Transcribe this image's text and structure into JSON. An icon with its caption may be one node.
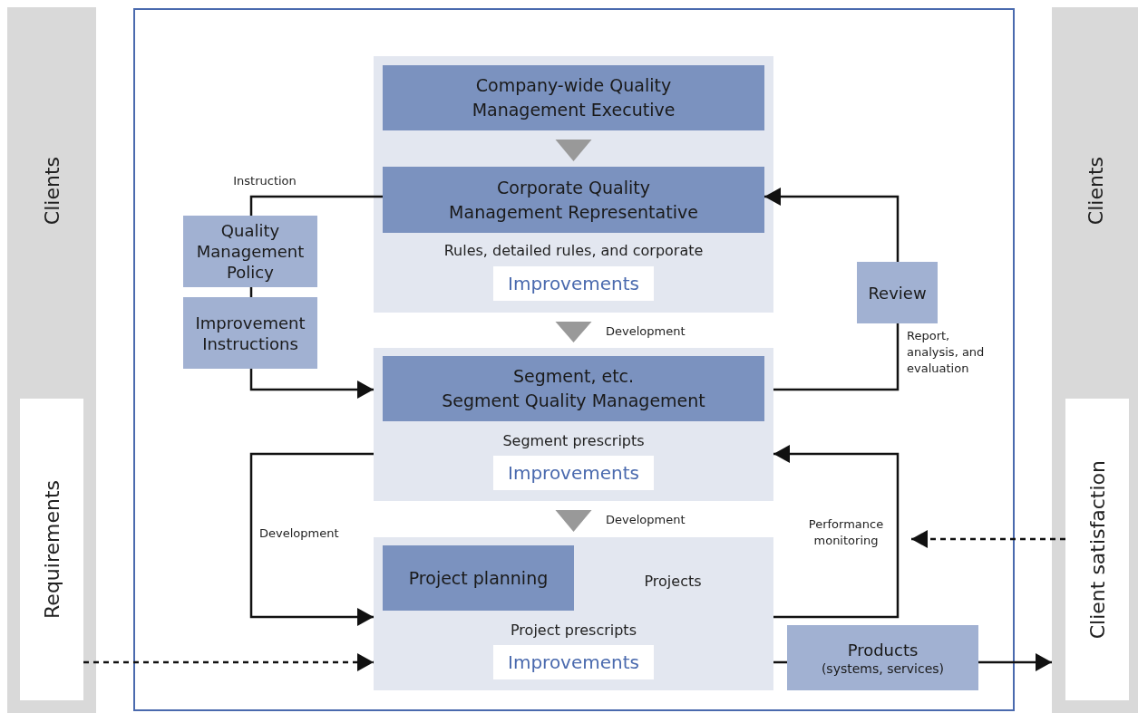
{
  "diagram": {
    "nodes": [
      {
        "text": [
          "Clients"
        ]
      },
      {
        "text": [
          "Requirements"
        ],
        "in": 0
      },
      {
        "text": [
          "Clients"
        ]
      },
      {
        "text": [
          "Client satisfaction"
        ],
        "in": 2
      },
      {
        "text": [
          "Rules, detailed rules, and corporate"
        ]
      },
      {
        "text": [
          "Company-wide Quality Management Executive"
        ],
        "in": 4
      },
      {
        "text": [
          "Corporate Quality Management Representative"
        ],
        "in": 4
      },
      {
        "text": [
          "Improvements"
        ],
        "in": 4
      },
      {
        "text": [
          "Segment prescripts"
        ]
      },
      {
        "text": [
          "Segment, etc.",
          "Segment Quality Management"
        ],
        "in": 8
      },
      {
        "text": [
          "Improvements"
        ],
        "in": 8
      },
      {
        "text": [
          "Projects",
          "Project prescripts"
        ]
      },
      {
        "text": [
          "Project planning"
        ],
        "in": 11
      },
      {
        "text": [
          "Improvements"
        ],
        "in": 11
      },
      {
        "text": [
          "Quality Management Policy"
        ]
      },
      {
        "text": [
          "Improvement Instructions"
        ]
      },
      {
        "text": [
          "Review"
        ]
      },
      {
        "text": [
          "Products",
          "(systems, services)"
        ]
      }
    ],
    "edges": [
      {
        "from": 5,
        "to": 6,
        "arrow": "to",
        "color": "#999999"
      },
      {
        "from": 4,
        "to": 8,
        "arrow": "to",
        "label": "Development",
        "color": "#999999"
      },
      {
        "from": 8,
        "to": 11,
        "arrow": "to",
        "label": "Development",
        "color": "#999999"
      },
      {
        "from": 6,
        "to": 14,
        "arrow": "none",
        "label": "Instruction"
      },
      {
        "from": 14,
        "to": 15,
        "arrow": "none"
      },
      {
        "from": 15,
        "to": 8,
        "arrow": "to"
      },
      {
        "from": 8,
        "to": 11,
        "arrow": "to",
        "label": "Development"
      },
      {
        "from": 8,
        "to": 16,
        "arrow": "none",
        "label": "Report, analysis, and evaluation"
      },
      {
        "from": 16,
        "to": 6,
        "arrow": "to"
      },
      {
        "from": 11,
        "to": 8,
        "arrow": "to",
        "label": "Performance monitoring"
      },
      {
        "from": 3,
        "to": null,
        "arrow": "to",
        "style": "dashed"
      },
      {
        "from": 1,
        "to": 11,
        "arrow": "to",
        "style": "dashed"
      },
      {
        "from": 11,
        "to": 17,
        "arrow": "none"
      },
      {
        "from": 17,
        "to": 2,
        "arrow": "to"
      }
    ]
  }
}
